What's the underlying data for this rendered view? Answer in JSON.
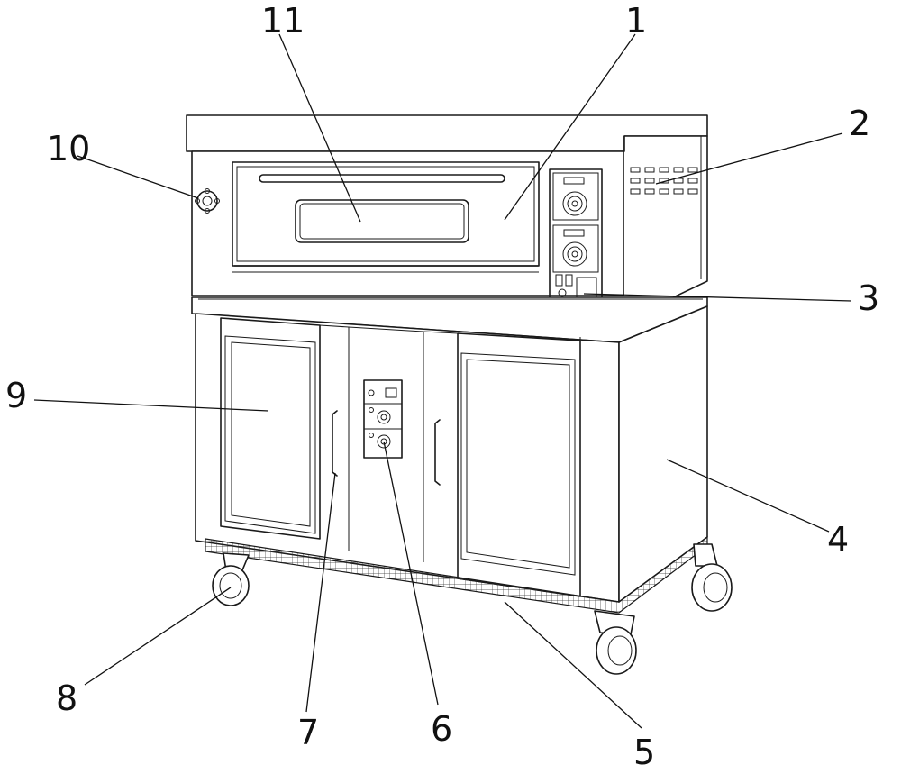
{
  "figure": {
    "labels": {
      "l1": "1",
      "l2": "2",
      "l3": "3",
      "l4": "4",
      "l5": "5",
      "l6": "6",
      "l7": "7",
      "l8": "8",
      "l9": "9",
      "l10": "10",
      "l11": "11"
    }
  }
}
